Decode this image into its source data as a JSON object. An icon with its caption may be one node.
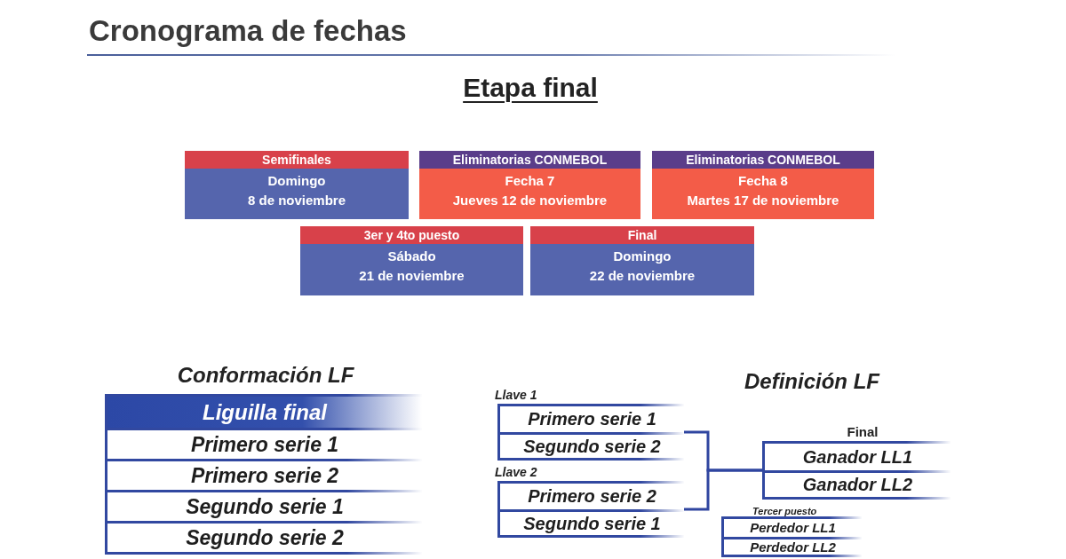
{
  "diagram": {
    "title": "Cronograma de fechas",
    "nodes": [
      {
        "text": [
          "Semifinales",
          "Domingo",
          "8 de noviembre"
        ]
      },
      {
        "text": [
          "Eliminatorias CONMEBOL",
          "Fecha 7",
          "Jueves 12 de noviembre"
        ]
      },
      {
        "text": [
          "Eliminatorias CONMEBOL",
          "Fecha 8",
          "Martes 17 de noviembre"
        ]
      },
      {
        "text": [
          "3er y 4to puesto",
          "Sábado",
          "21 de noviembre"
        ]
      },
      {
        "text": [
          "Final",
          "Domingo",
          "22 de noviembre"
        ]
      },
      {
        "text": [
          "Conformación LF"
        ]
      },
      {
        "text": [
          "Liguilla final"
        ],
        "in": 5
      },
      {
        "text": [
          "Primero serie 1"
        ],
        "in": 5
      },
      {
        "text": [
          "Primero serie 2"
        ],
        "in": 5
      },
      {
        "text": [
          "Segundo serie 1"
        ],
        "in": 5
      },
      {
        "text": [
          "Segundo serie 2"
        ],
        "in": 5
      },
      {
        "text": [
          "Llave 1"
        ]
      },
      {
        "text": [
          "Primero serie 1"
        ],
        "in": 11
      },
      {
        "text": [
          "Segundo serie 2"
        ],
        "in": 11
      },
      {
        "text": [
          "Llave 2"
        ]
      },
      {
        "text": [
          "Primero serie 2"
        ],
        "in": 14
      },
      {
        "text": [
          "Segundo serie 1"
        ],
        "in": 14
      },
      {
        "text": [
          "Final"
        ]
      },
      {
        "text": [
          "Ganador LL1"
        ],
        "in": 17
      },
      {
        "text": [
          "Ganador LL2"
        ],
        "in": 17
      },
      {
        "text": [
          "Tercer puesto"
        ]
      },
      {
        "text": [
          "Perdedor LL1"
        ],
        "in": 20
      },
      {
        "text": [
          "Perdedor LL2"
        ],
        "in": 20
      }
    ],
    "edges": [
      {
        "from": 11,
        "to": 17,
        "arrow": "none"
      },
      {
        "from": 14,
        "to": 17,
        "arrow": "none"
      }
    ],
    "labels": [
      "Etapa final",
      "Definición LF"
    ]
  }
}
